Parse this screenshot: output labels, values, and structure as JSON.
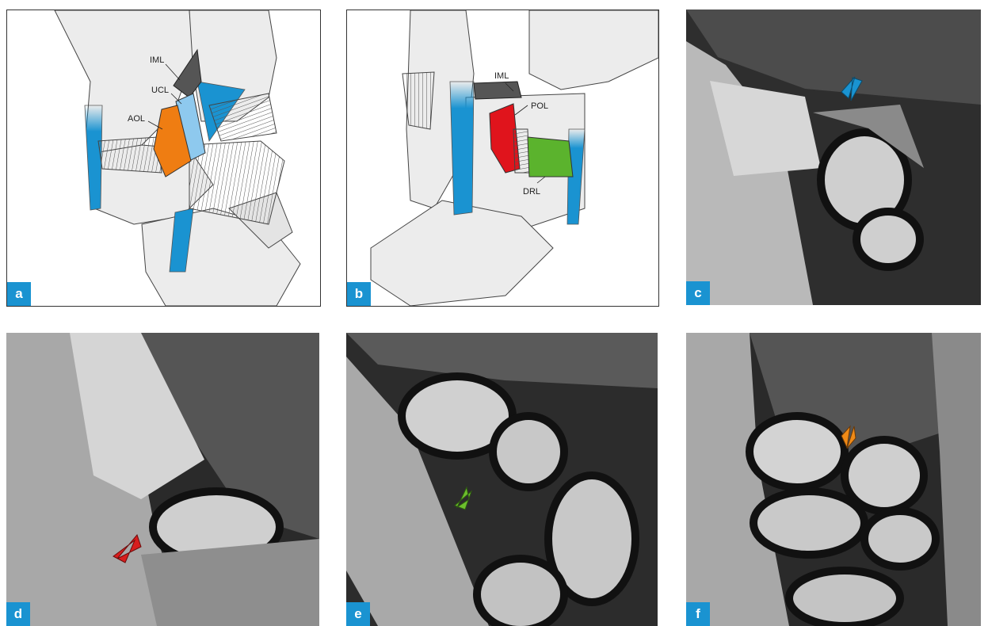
{
  "panels": [
    {
      "letter": "a",
      "type": "illustration",
      "labels": [
        "IML",
        "UCL",
        "AOL"
      ]
    },
    {
      "letter": "b",
      "type": "illustration",
      "labels": [
        "IML",
        "POL",
        "DRL"
      ]
    },
    {
      "letter": "c",
      "type": "mri",
      "arrow_color": "#1a93d1"
    },
    {
      "letter": "d",
      "type": "mri",
      "arrow_color": "#d81d1d"
    },
    {
      "letter": "e",
      "type": "mri",
      "arrow_color": "#6cbf2d"
    },
    {
      "letter": "f",
      "type": "mri",
      "arrow_color": "#f08a17"
    }
  ],
  "colors": {
    "tag_blue": "#1a93d1",
    "ligament_blue": "#1a93d1",
    "ucl_lightblue": "#8ec9ee",
    "aol_orange": "#ef7d12",
    "pol_red": "#e0141c",
    "drl_green": "#5bb32d",
    "iml_dark": "#555555",
    "ligament_gray": "#b8b8b8",
    "bone_fill": "#ececec"
  }
}
